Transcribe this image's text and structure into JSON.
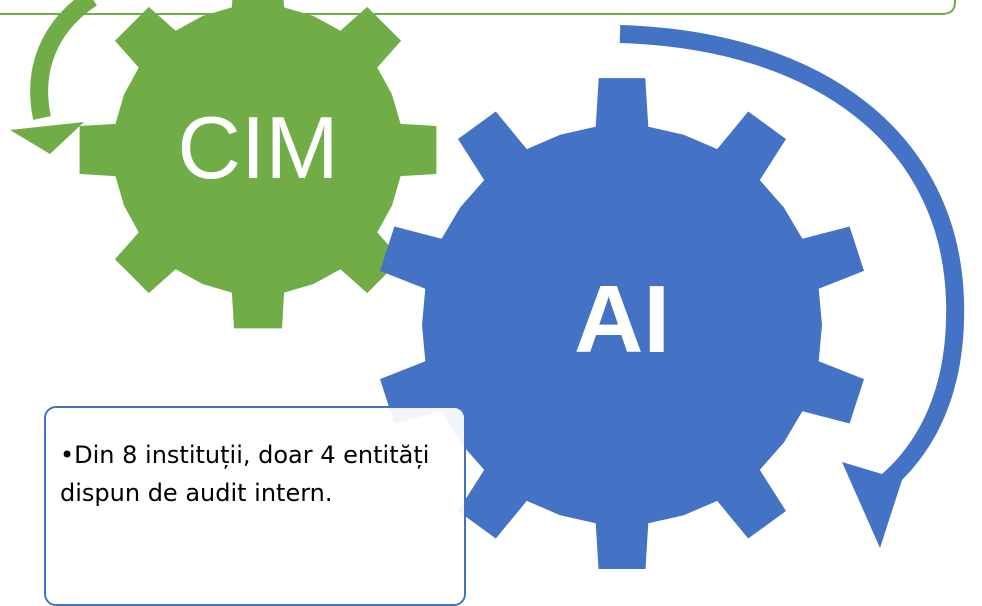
{
  "gears": {
    "cim": {
      "label": "CIM",
      "color": "#70ad47"
    },
    "ai": {
      "label": "AI",
      "color": "#4472c4"
    }
  },
  "arrows": {
    "green_color": "#70ad47",
    "blue_color": "#4472c4"
  },
  "top_box": {
    "border_color": "#70ad47"
  },
  "note": {
    "bullet": "•",
    "text": "Din 8 instituții, doar 4 entități dispun de audit intern."
  }
}
